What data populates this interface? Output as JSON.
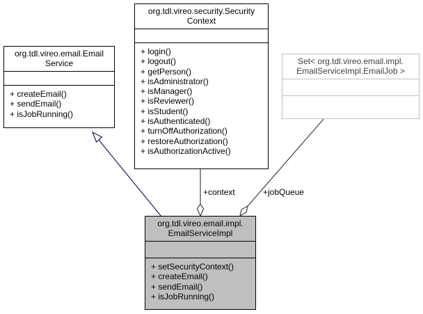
{
  "classes": {
    "email_service": {
      "name_line1": "org.tdl.vireo.email.Email",
      "name_line2": "Service",
      "operations": [
        "+ createEmail()",
        "+ sendEmail()",
        "+ isJobRunning()"
      ]
    },
    "security_context": {
      "name_line1": "org.tdl.vireo.security.Security",
      "name_line2": "Context",
      "operations": [
        "+ login()",
        "+ logout()",
        "+ getPerson()",
        "+ isAdministrator()",
        "+ isManager()",
        "+ isReviewer()",
        "+ isStudent()",
        "+ isAuthenticated()",
        "+ turnOffAuthorization()",
        "+ restoreAuthorization()",
        "+ isAuthorizationActive()"
      ]
    },
    "email_job_set": {
      "name_line1": "Set< org.tdl.vireo.email.impl.",
      "name_line2": "EmailServiceImpl.EmailJob >"
    },
    "email_service_impl": {
      "name_line1": "org.tdl.vireo.email.impl.",
      "name_line2": "EmailServiceImpl",
      "operations": [
        "+ setSecurityContext()",
        "+ createEmail()",
        "+ sendEmail()",
        "+ isJobRunning()"
      ]
    }
  },
  "edges": {
    "context_label": "+context",
    "job_queue_label": "+jobQueue"
  },
  "colors": {
    "inheritance": "#191970",
    "association": "#404040",
    "focus_fill": "#bfbfbf",
    "faded_border": "#bfbfbf"
  }
}
